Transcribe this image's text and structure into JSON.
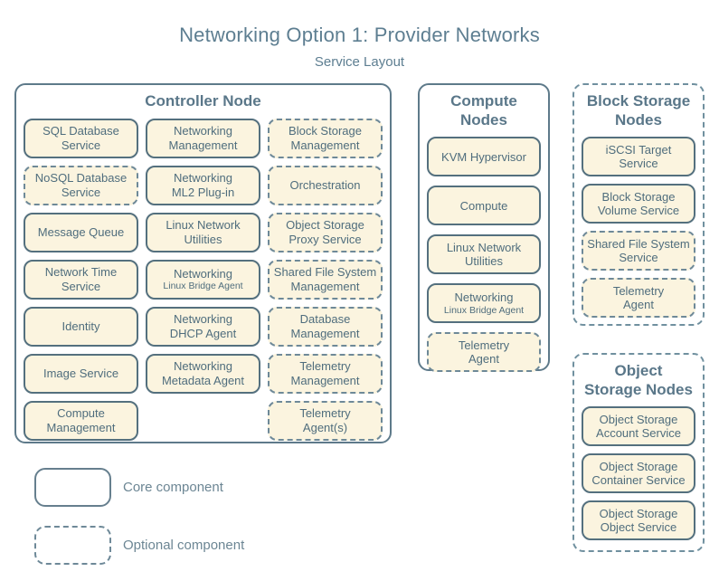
{
  "title": "Networking Option 1: Provider Networks",
  "subtitle": "Service Layout",
  "colors": {
    "chip_fill": "#FBF4DF",
    "core_border": "#54707E",
    "optional_border": "#6E8998",
    "text": "#4F6D7D",
    "heading": "#5A7789",
    "title": "#5D7E91"
  },
  "legend": {
    "core_label": "Core component",
    "optional_label": "Optional component"
  },
  "controller": {
    "title": "Controller Node",
    "style": "core",
    "services": [
      {
        "label": "SQL Database",
        "line2": "Service",
        "style": "core"
      },
      {
        "label": "Networking",
        "line2": "Management",
        "style": "core"
      },
      {
        "label": "Block Storage",
        "line2": "Management",
        "style": "optional"
      },
      {
        "label": "NoSQL Database",
        "line2": "Service",
        "style": "optional"
      },
      {
        "label": "Networking",
        "line2": "ML2 Plug-in",
        "style": "core"
      },
      {
        "label": "Orchestration",
        "style": "optional"
      },
      {
        "label": "Message Queue",
        "style": "core"
      },
      {
        "label": "Linux Network",
        "line2": "Utilities",
        "style": "core"
      },
      {
        "label": "Object Storage",
        "line2": "Proxy Service",
        "style": "optional"
      },
      {
        "label": "Network Time",
        "line2": "Service",
        "style": "core"
      },
      {
        "label": "Networking",
        "sublabel": "Linux Bridge Agent",
        "style": "core"
      },
      {
        "label": "Shared File System",
        "line2": "Management",
        "style": "optional"
      },
      {
        "label": "Identity",
        "style": "core"
      },
      {
        "label": "Networking",
        "line2": "DHCP Agent",
        "style": "core"
      },
      {
        "label": "Database",
        "line2": "Management",
        "style": "optional"
      },
      {
        "label": "Image Service",
        "style": "core"
      },
      {
        "label": "Networking",
        "line2": "Metadata Agent",
        "style": "core"
      },
      {
        "label": "Telemetry",
        "line2": "Management",
        "style": "optional"
      },
      {
        "label": "Compute",
        "line2": "Management",
        "style": "core"
      },
      {
        "label": "Telemetry",
        "line2": "Agent(s)",
        "style": "optional"
      }
    ]
  },
  "compute": {
    "title": "Compute",
    "title_line2": "Nodes",
    "style": "core",
    "services": [
      {
        "label": "KVM Hypervisor",
        "style": "core"
      },
      {
        "label": "Compute",
        "style": "core"
      },
      {
        "label": "Linux Network",
        "line2": "Utilities",
        "style": "core"
      },
      {
        "label": "Networking",
        "sublabel": "Linux Bridge Agent",
        "style": "core"
      },
      {
        "label": "Telemetry",
        "line2": "Agent",
        "style": "optional"
      }
    ]
  },
  "block_storage": {
    "title": "Block Storage",
    "title_line2": "Nodes",
    "style": "optional",
    "services": [
      {
        "label": "iSCSI Target",
        "line2": "Service",
        "style": "core"
      },
      {
        "label": "Block Storage",
        "line2": "Volume Service",
        "style": "core"
      },
      {
        "label": "Shared File System",
        "line2": "Service",
        "style": "optional"
      },
      {
        "label": "Telemetry",
        "line2": "Agent",
        "style": "optional"
      }
    ]
  },
  "object_storage": {
    "title": "Object",
    "title_line2": "Storage Nodes",
    "style": "optional",
    "services": [
      {
        "label": "Object Storage",
        "line2": "Account Service",
        "style": "core"
      },
      {
        "label": "Object Storage",
        "line2": "Container Service",
        "style": "core"
      },
      {
        "label": "Object Storage",
        "line2": "Object Service",
        "style": "core"
      }
    ]
  }
}
